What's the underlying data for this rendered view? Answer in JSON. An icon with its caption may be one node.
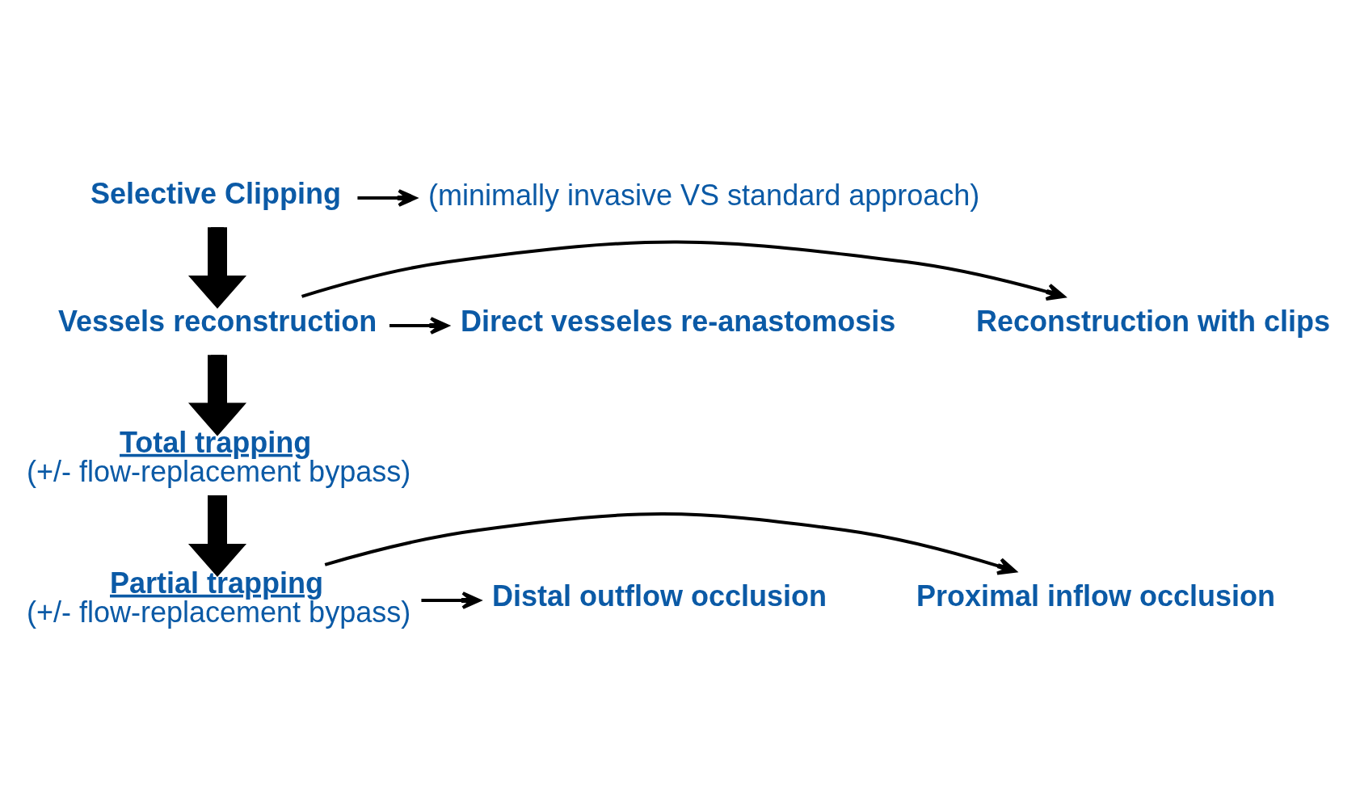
{
  "diagram": {
    "nodes": [
      {
        "text": [
          "Selective Clipping"
        ]
      },
      {
        "text": [
          "(minimally invasive VS standard approach)"
        ]
      },
      {
        "text": [
          "Vessels reconstruction"
        ]
      },
      {
        "text": [
          "Reconstruction with clips"
        ]
      },
      {
        "text": [
          "Direct vesseles re-anastomosis"
        ]
      },
      {
        "text": [
          "Total trapping",
          "(+/- flow-replacement bypass)"
        ]
      },
      {
        "text": [
          "Partial trapping",
          "(+/- flow-replacement bypass)"
        ]
      },
      {
        "text": [
          "Proximal inflow occlusion"
        ]
      },
      {
        "text": [
          "Distal outflow occlusion"
        ]
      }
    ],
    "edges": [
      {
        "from": 0,
        "to": 1,
        "arrow": "to"
      },
      {
        "from": 0,
        "to": 2,
        "arrow": "to",
        "style": "thick"
      },
      {
        "from": 2,
        "to": 3,
        "arrow": "to"
      },
      {
        "from": 2,
        "to": 4,
        "arrow": "to"
      },
      {
        "from": 2,
        "to": 5,
        "arrow": "to",
        "style": "thick"
      },
      {
        "from": 5,
        "to": 6,
        "arrow": "to",
        "style": "thick"
      },
      {
        "from": 6,
        "to": 7,
        "arrow": "to"
      },
      {
        "from": 6,
        "to": 8,
        "arrow": "to"
      }
    ]
  }
}
